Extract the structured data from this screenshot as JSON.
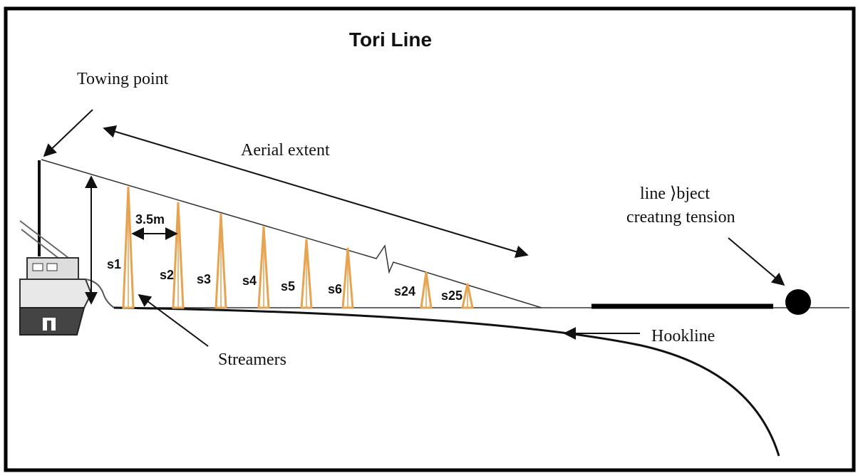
{
  "diagram": {
    "title": "Tori Line",
    "labels": {
      "towing_point": "Towing point",
      "aerial_extent": "Aerial extent",
      "spacing": "3.5m",
      "streamers": "Streamers",
      "hookline": "Hookline",
      "tension_line1": "line ⟩bject",
      "tension_line2": "creatıng tension"
    },
    "streamers": [
      {
        "label": "s1"
      },
      {
        "label": "s2"
      },
      {
        "label": "s3"
      },
      {
        "label": "s4"
      },
      {
        "label": "s5"
      },
      {
        "label": "s6"
      },
      {
        "label": "s24"
      },
      {
        "label": "s25"
      }
    ],
    "colors": {
      "border": "#000000",
      "streamer": "#e6a452",
      "line": "#333333",
      "background": "#ffffff"
    }
  }
}
